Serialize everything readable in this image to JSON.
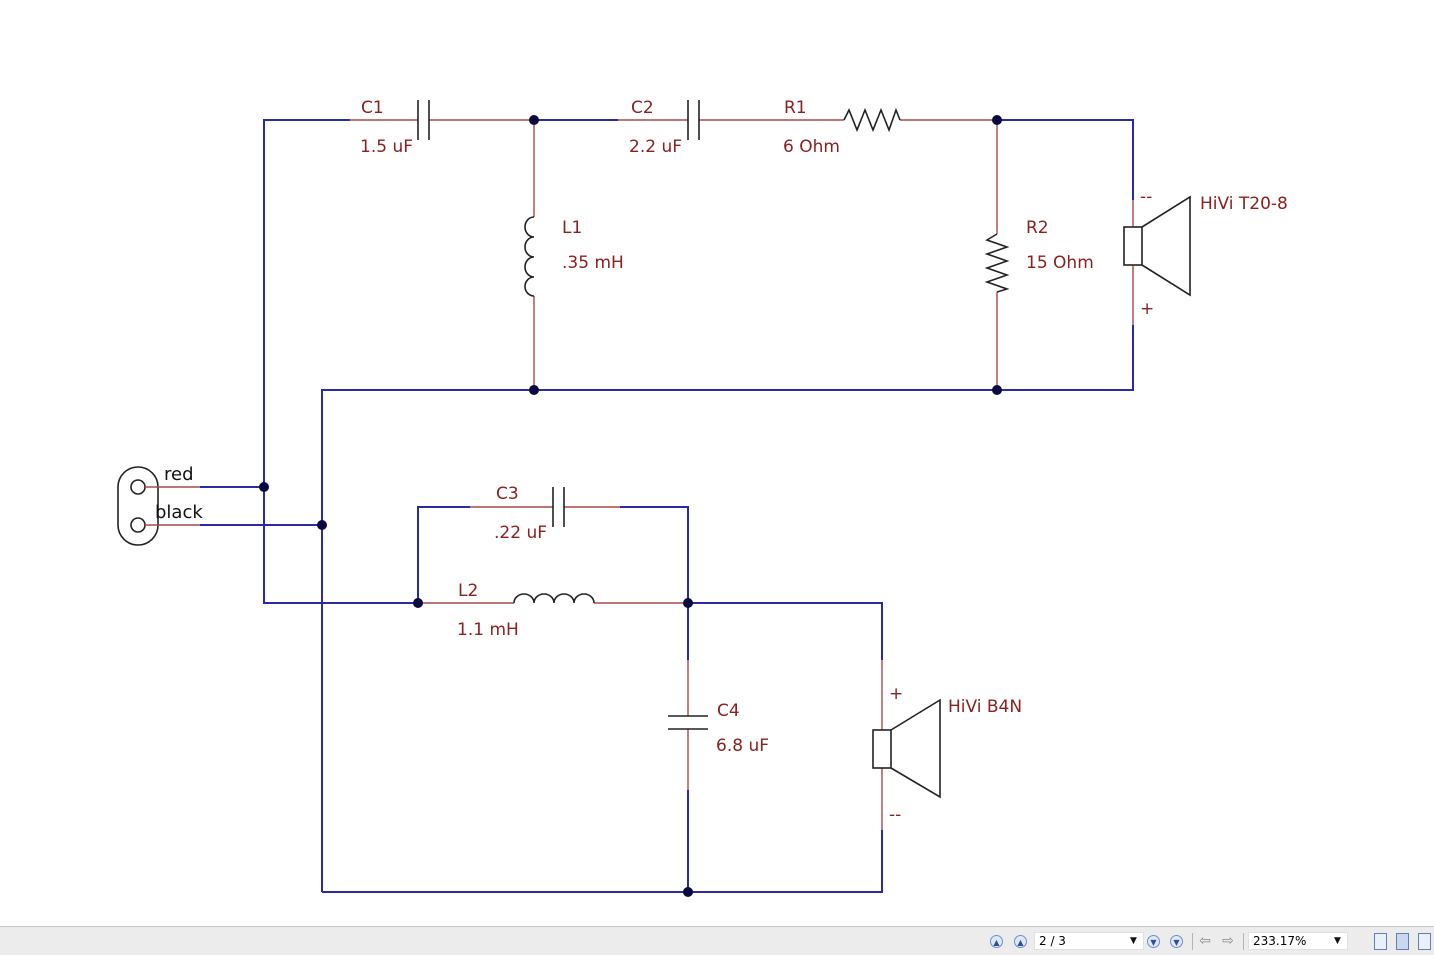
{
  "schematic": {
    "labels": {
      "c1_ref": "C1",
      "c1_val": "1.5 uF",
      "c2_ref": "C2",
      "c2_val": "2.2 uF",
      "r1_ref": "R1",
      "r1_val": "6 Ohm",
      "l1_ref": "L1",
      "l1_val": ".35 mH",
      "r2_ref": "R2",
      "r2_val": "15 Ohm",
      "tweeter": "HiVi T20-8",
      "tweeter_top_pol": "--",
      "tweeter_bot_pol": "+",
      "c3_ref": "C3",
      "c3_val": ".22 uF",
      "l2_ref": "L2",
      "l2_val": "1.1 mH",
      "c4_ref": "C4",
      "c4_val": "6.8 uF",
      "woofer": "HiVi B4N",
      "woofer_top_pol": "+",
      "woofer_bot_pol": "--",
      "input_red": "red",
      "input_black": "black"
    }
  },
  "statusbar": {
    "page_field": "2 / 3",
    "zoom_field": "233.17%",
    "icons": [
      "first-page-icon",
      "previous-page-icon",
      "next-page-icon",
      "last-page-icon",
      "back-icon",
      "forward-icon",
      "single-page-view-icon",
      "continuous-view-icon",
      "facing-view-icon"
    ]
  }
}
